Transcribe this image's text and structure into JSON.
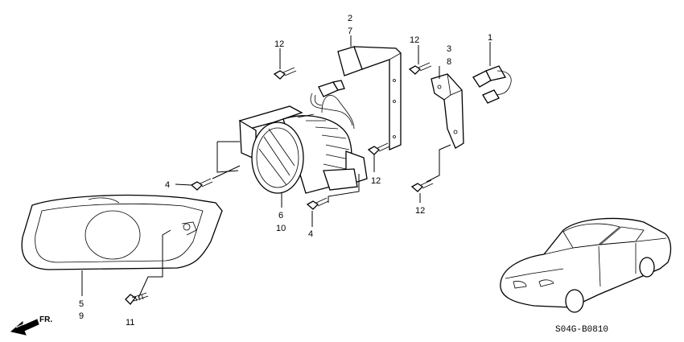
{
  "callouts": {
    "c1": "1",
    "c2": "2",
    "c7": "7",
    "c3": "3",
    "c8": "8",
    "c12a": "12",
    "c12b": "12",
    "c12c": "12",
    "c12d": "12",
    "c4a": "4",
    "c4b": "4",
    "c6": "6",
    "c10": "10",
    "c5": "5",
    "c9": "9",
    "c11": "11"
  },
  "fr_label": "FR.",
  "diagram_code": "S04G-B0810"
}
